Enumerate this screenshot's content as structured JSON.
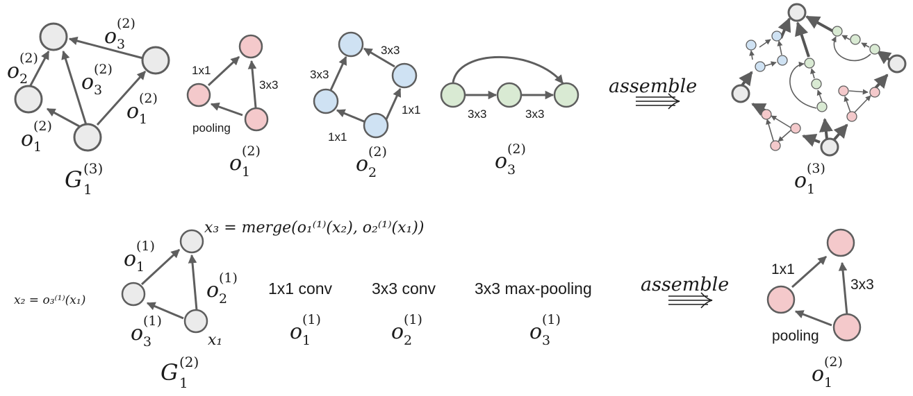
{
  "colors": {
    "gray_node": "#ebebeb",
    "pink_node": "#f4c9cb",
    "blue_node": "#cfe2f3",
    "green_node": "#d9ead3",
    "stroke": "#5e5e5e"
  },
  "top_row": {
    "G13": {
      "caption": {
        "base": "G",
        "sub": "1",
        "sup": "(3)"
      },
      "edge_labels": [
        {
          "base": "o",
          "sub": "1",
          "sup": "(2)"
        },
        {
          "base": "o",
          "sub": "2",
          "sup": "(2)"
        },
        {
          "base": "o",
          "sub": "3",
          "sup": "(2)"
        },
        {
          "base": "o",
          "sub": "3",
          "sup": "(2)"
        },
        {
          "base": "o",
          "sub": "1",
          "sup": "(2)"
        }
      ]
    },
    "o12": {
      "caption": {
        "base": "o",
        "sub": "1",
        "sup": "(2)"
      },
      "edge_labels": [
        "1x1",
        "3x3",
        "pooling"
      ]
    },
    "o22": {
      "caption": {
        "base": "o",
        "sub": "2",
        "sup": "(2)"
      },
      "edge_labels": [
        "3x3",
        "3x3",
        "1x1",
        "1x1"
      ]
    },
    "o32": {
      "caption": {
        "base": "o",
        "sub": "3",
        "sup": "(2)"
      },
      "edge_labels": [
        "3x3",
        "3x3"
      ]
    },
    "assemble_label": "assemble",
    "o13": {
      "caption": {
        "base": "o",
        "sub": "1",
        "sup": "(3)"
      }
    }
  },
  "bottom_row": {
    "G12": {
      "caption": {
        "base": "G",
        "sub": "1",
        "sup": "(2)"
      },
      "x3_formula": "x₃ = merge(o₁⁽¹⁾(x₂), o₂⁽¹⁾(x₁))",
      "x2_formula": "x₂ = o₃⁽¹⁾(x₁)",
      "x1_label": "x₁",
      "edge_labels": [
        {
          "base": "o",
          "sub": "1",
          "sup": "(1)"
        },
        {
          "base": "o",
          "sub": "2",
          "sup": "(1)"
        },
        {
          "base": "o",
          "sub": "3",
          "sup": "(1)"
        }
      ]
    },
    "primitives": [
      {
        "name": "1x1 conv",
        "symbol": {
          "base": "o",
          "sub": "1",
          "sup": "(1)"
        }
      },
      {
        "name": "3x3 conv",
        "symbol": {
          "base": "o",
          "sub": "2",
          "sup": "(1)"
        }
      },
      {
        "name": "3x3 max-pooling",
        "symbol": {
          "base": "o",
          "sub": "3",
          "sup": "(1)"
        }
      }
    ],
    "assemble_label": "assemble",
    "o12": {
      "caption": {
        "base": "o",
        "sub": "1",
        "sup": "(2)"
      },
      "edge_labels": [
        "1x1",
        "3x3",
        "pooling"
      ]
    }
  }
}
